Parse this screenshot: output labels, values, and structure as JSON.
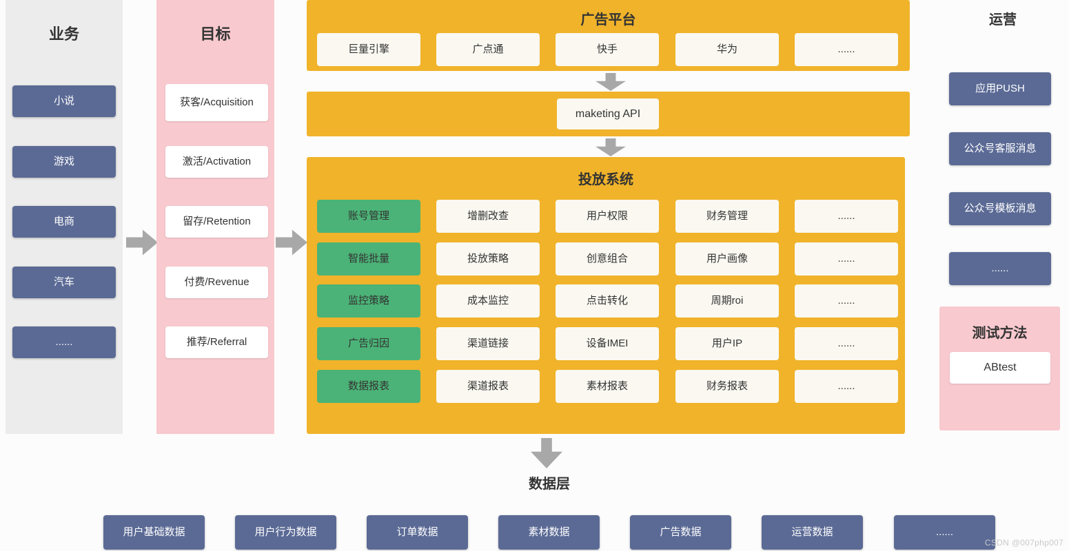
{
  "business": {
    "title": "业务",
    "items": [
      "小说",
      "游戏",
      "电商",
      "汽车",
      "......"
    ]
  },
  "goals": {
    "title": "目标",
    "items": [
      "获客/Acquisition",
      "激活/Activation",
      "留存/Retention",
      "付费/Revenue",
      "推荐/Referral"
    ]
  },
  "ad_platform": {
    "title": "广告平台",
    "items": [
      "巨量引擎",
      "广点通",
      "快手",
      "华为",
      "......"
    ]
  },
  "api": {
    "label": "maketing API"
  },
  "delivery": {
    "title": "投放系统",
    "rows": [
      [
        "账号管理",
        "增删改查",
        "用户权限",
        "财务管理",
        "......"
      ],
      [
        "智能批量",
        "投放策略",
        "创意组合",
        "用户画像",
        "......"
      ],
      [
        "监控策略",
        "成本监控",
        "点击转化",
        "周期roi",
        "......"
      ],
      [
        "广告归因",
        "渠道链接",
        "设备IMEI",
        "用户IP",
        "......"
      ],
      [
        "数据报表",
        "渠道报表",
        "素材报表",
        "财务报表",
        "......"
      ]
    ]
  },
  "data_layer": {
    "title": "数据层",
    "items": [
      "用户基础数据",
      "用户行为数据",
      "订单数据",
      "素材数据",
      "广告数据",
      "运营数据",
      "......"
    ]
  },
  "operations": {
    "title": "运营",
    "items": [
      "应用PUSH",
      "公众号客服消息",
      "公众号模板消息",
      "......"
    ]
  },
  "testing": {
    "title": "测试方法",
    "item": "ABtest"
  },
  "watermark": {
    "text": "CSDN @007php007"
  },
  "colors": {
    "slate": "#5b6a95",
    "pink": "#f8c9ce",
    "yellow": "#f0b32a",
    "green": "#4bb377",
    "cream": "#faf8f1",
    "arrow_gray": "#a8a8a8",
    "left_column_gray": "#ececec"
  }
}
